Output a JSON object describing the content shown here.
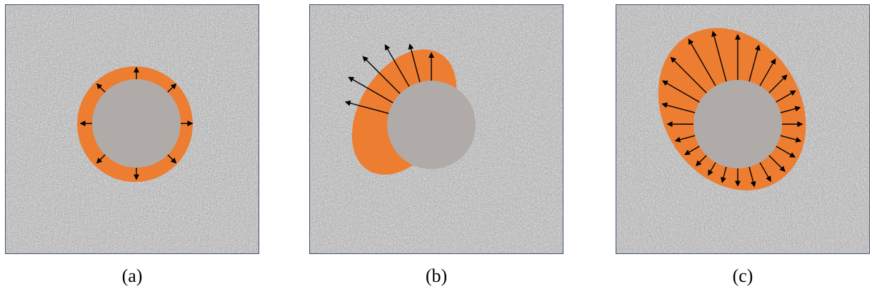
{
  "colors": {
    "medium_base": "#b4b4b4",
    "medium_dark": "#3a3a3a",
    "medium_light": "#f2f2f2",
    "zone": "#ed7d31",
    "core": "#b0aba8",
    "arrow": "#000000",
    "border": "#3f5470"
  },
  "panels": [
    {
      "id": "a",
      "caption": "(a)",
      "description_icon": "uniform-expansion-icon"
    },
    {
      "id": "b",
      "caption": "(b)",
      "description_icon": "one-sided-expansion-icon"
    },
    {
      "id": "c",
      "caption": "(c)",
      "description_icon": "elliptical-expansion-icon"
    }
  ]
}
